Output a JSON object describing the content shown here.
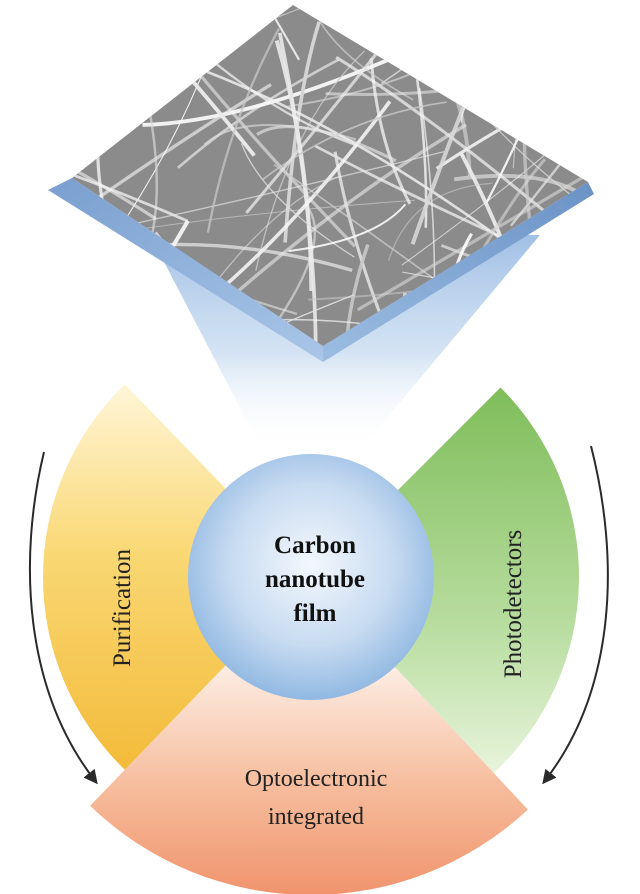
{
  "center": {
    "label_lines": [
      "Carbon",
      "nanotube",
      "film"
    ]
  },
  "segments": {
    "left": {
      "label": "Purification"
    },
    "right": {
      "label": "Photodetectors"
    },
    "bottom": {
      "label_lines": [
        "Optoelectronic",
        "integrated"
      ]
    }
  },
  "image": {
    "subject": "carbon nanotube film network"
  },
  "arrows": {
    "left": "curved-arrow-left",
    "right": "curved-arrow-right"
  },
  "colors": {
    "left_segment": "#f6c24a",
    "right_segment": "#8cc46a",
    "bottom_segment": "#f2a27e",
    "center_circle": "#9fc3e6",
    "film_edge": "#8fb1d8"
  }
}
